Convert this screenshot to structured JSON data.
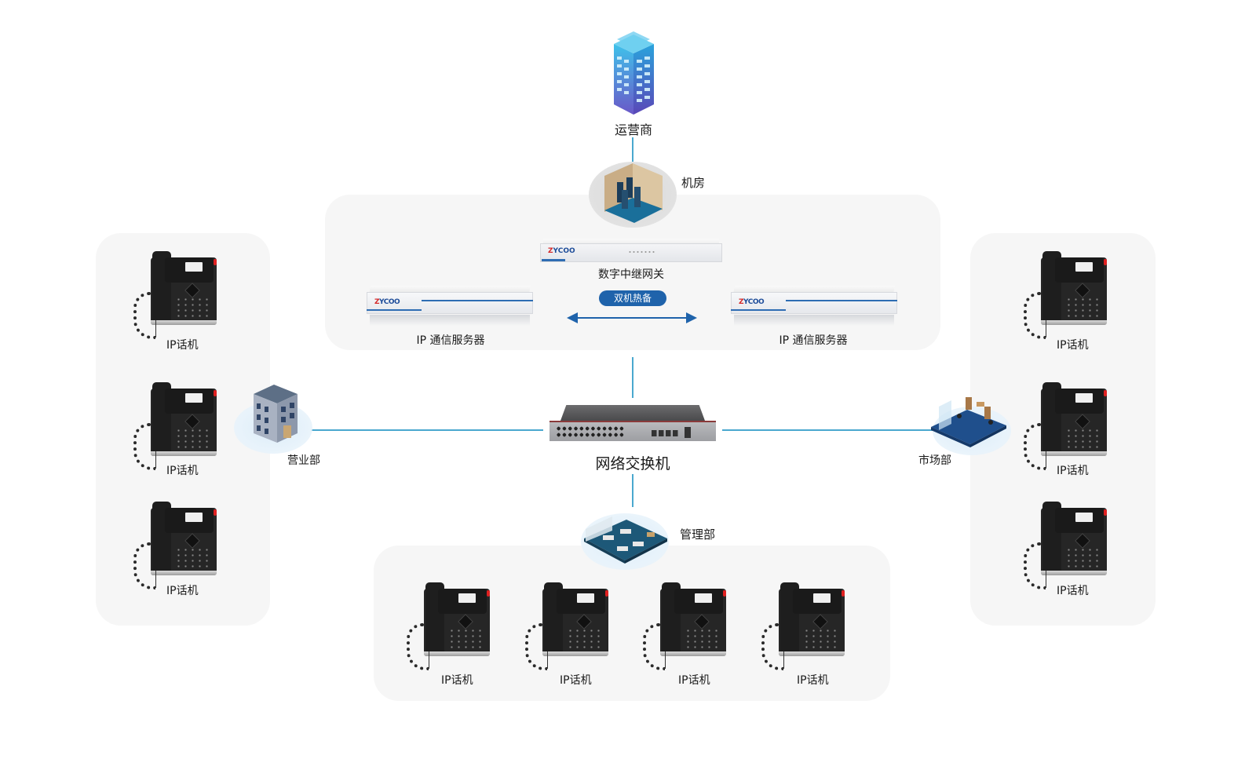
{
  "diagram": {
    "colors": {
      "connector_line": "#4aa8cf",
      "badge_bg": "#1f63ab",
      "arrow": "#1f63ab",
      "panel_bg": "#f6f6f6"
    },
    "carrier": {
      "label": "运营商",
      "icon": "office-tower-icon"
    },
    "server_room": {
      "label": "机房",
      "icon": "server-room-icon"
    },
    "core": {
      "gateway": {
        "label": "数字中继网关",
        "brand": "ZYCOO"
      },
      "servers": [
        {
          "label": "IP 通信服务器",
          "brand": "ZYCOO"
        },
        {
          "label": "IP 通信服务器",
          "brand": "ZYCOO"
        }
      ],
      "redundancy_badge": "双机热备",
      "redundancy_arrow": "bidirectional-arrow-icon"
    },
    "switch": {
      "label": "网络交换机"
    },
    "departments": {
      "sales": {
        "label": "营业部",
        "icon": "office-building-icon",
        "phones": [
          "IP话机",
          "IP话机",
          "IP话机"
        ]
      },
      "marketing": {
        "label": "市场部",
        "icon": "office-room-icon",
        "phones": [
          "IP话机",
          "IP话机",
          "IP话机"
        ]
      },
      "management": {
        "label": "管理部",
        "icon": "open-office-icon",
        "phones": [
          "IP话机",
          "IP话机",
          "IP话机",
          "IP话机"
        ]
      }
    }
  }
}
